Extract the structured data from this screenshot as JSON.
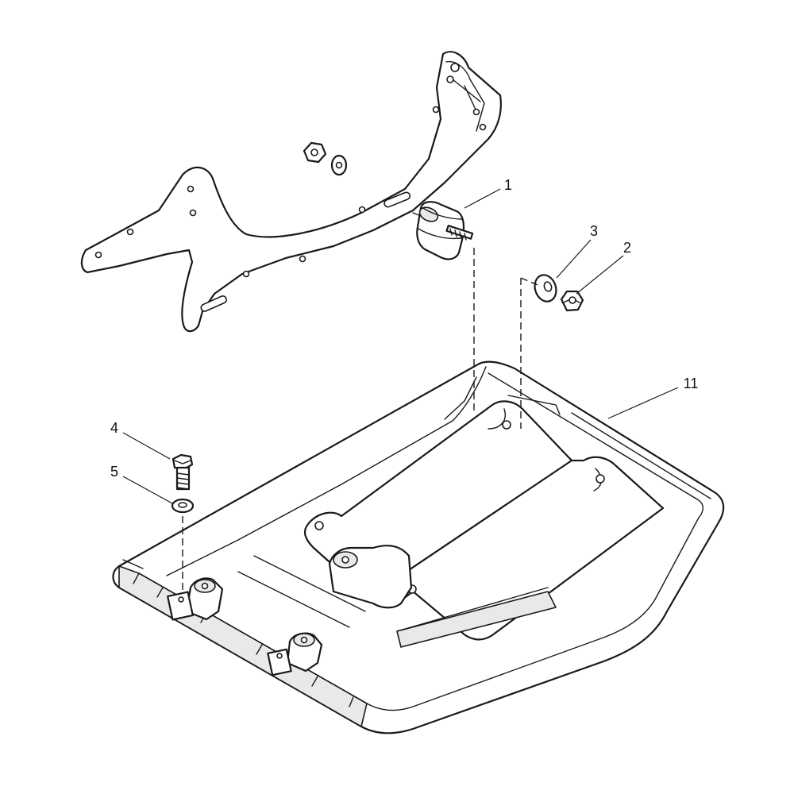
{
  "callouts": {
    "part_1": "1",
    "part_2": "2",
    "part_3": "3",
    "part_4": "4",
    "part_5": "5",
    "part_11": "11"
  },
  "colors": {
    "line": "#1a1a1a",
    "background": "#ffffff",
    "shade": "#e9e9e9"
  }
}
